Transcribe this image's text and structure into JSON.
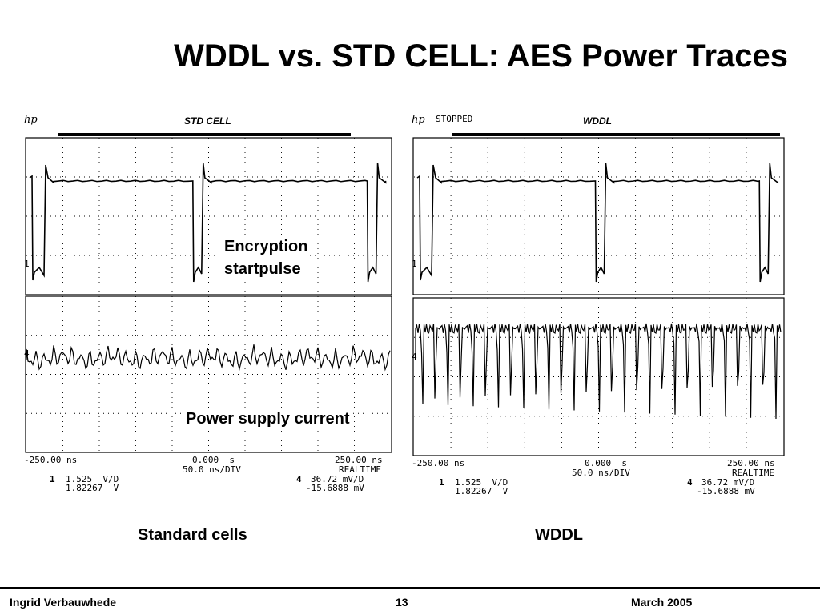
{
  "slide": {
    "title": "WDDL vs. STD CELL: AES Power Traces",
    "footer": {
      "author": "Ingrid Verbauwhede",
      "page": "13",
      "date": "March 2005"
    }
  },
  "scopes": [
    {
      "id": "left",
      "hp_logo": "hp",
      "status": "",
      "label": "STD CELL",
      "caption": "Standard cells",
      "annotation_top": [
        "Encryption",
        "startpulse"
      ],
      "annotation_bottom": "Power supply current",
      "ch1_marker": "1",
      "ch4_marker": "4",
      "time_left": "-250.00 ns",
      "time_center": "0.000  s",
      "time_right": "250.00 ns",
      "timebase": "50.0 ns/DIV",
      "mode": "REALTIME",
      "ch1": {
        "num": "1",
        "scale": "1.525  V/D",
        "offset": "1.82267  V"
      },
      "ch4": {
        "num": "4",
        "scale": "36.72 mV/D",
        "offset": "-15.6888 mV"
      }
    },
    {
      "id": "right",
      "hp_logo": "hp",
      "status": "STOPPED",
      "label": "WDDL",
      "caption": "WDDL",
      "annotation_top": [
        "",
        ""
      ],
      "annotation_bottom": "",
      "ch1_marker": "1",
      "ch4_marker": "4",
      "time_left": "-250.00 ns",
      "time_center": "0.000  s",
      "time_right": "250.00 ns",
      "timebase": "50.0 ns/DIV",
      "mode": "REALTIME",
      "ch1": {
        "num": "1",
        "scale": "1.525  V/D",
        "offset": "1.82267  V"
      },
      "ch4": {
        "num": "4",
        "scale": "36.72 mV/D",
        "offset": "-15.6888 mV"
      }
    }
  ]
}
